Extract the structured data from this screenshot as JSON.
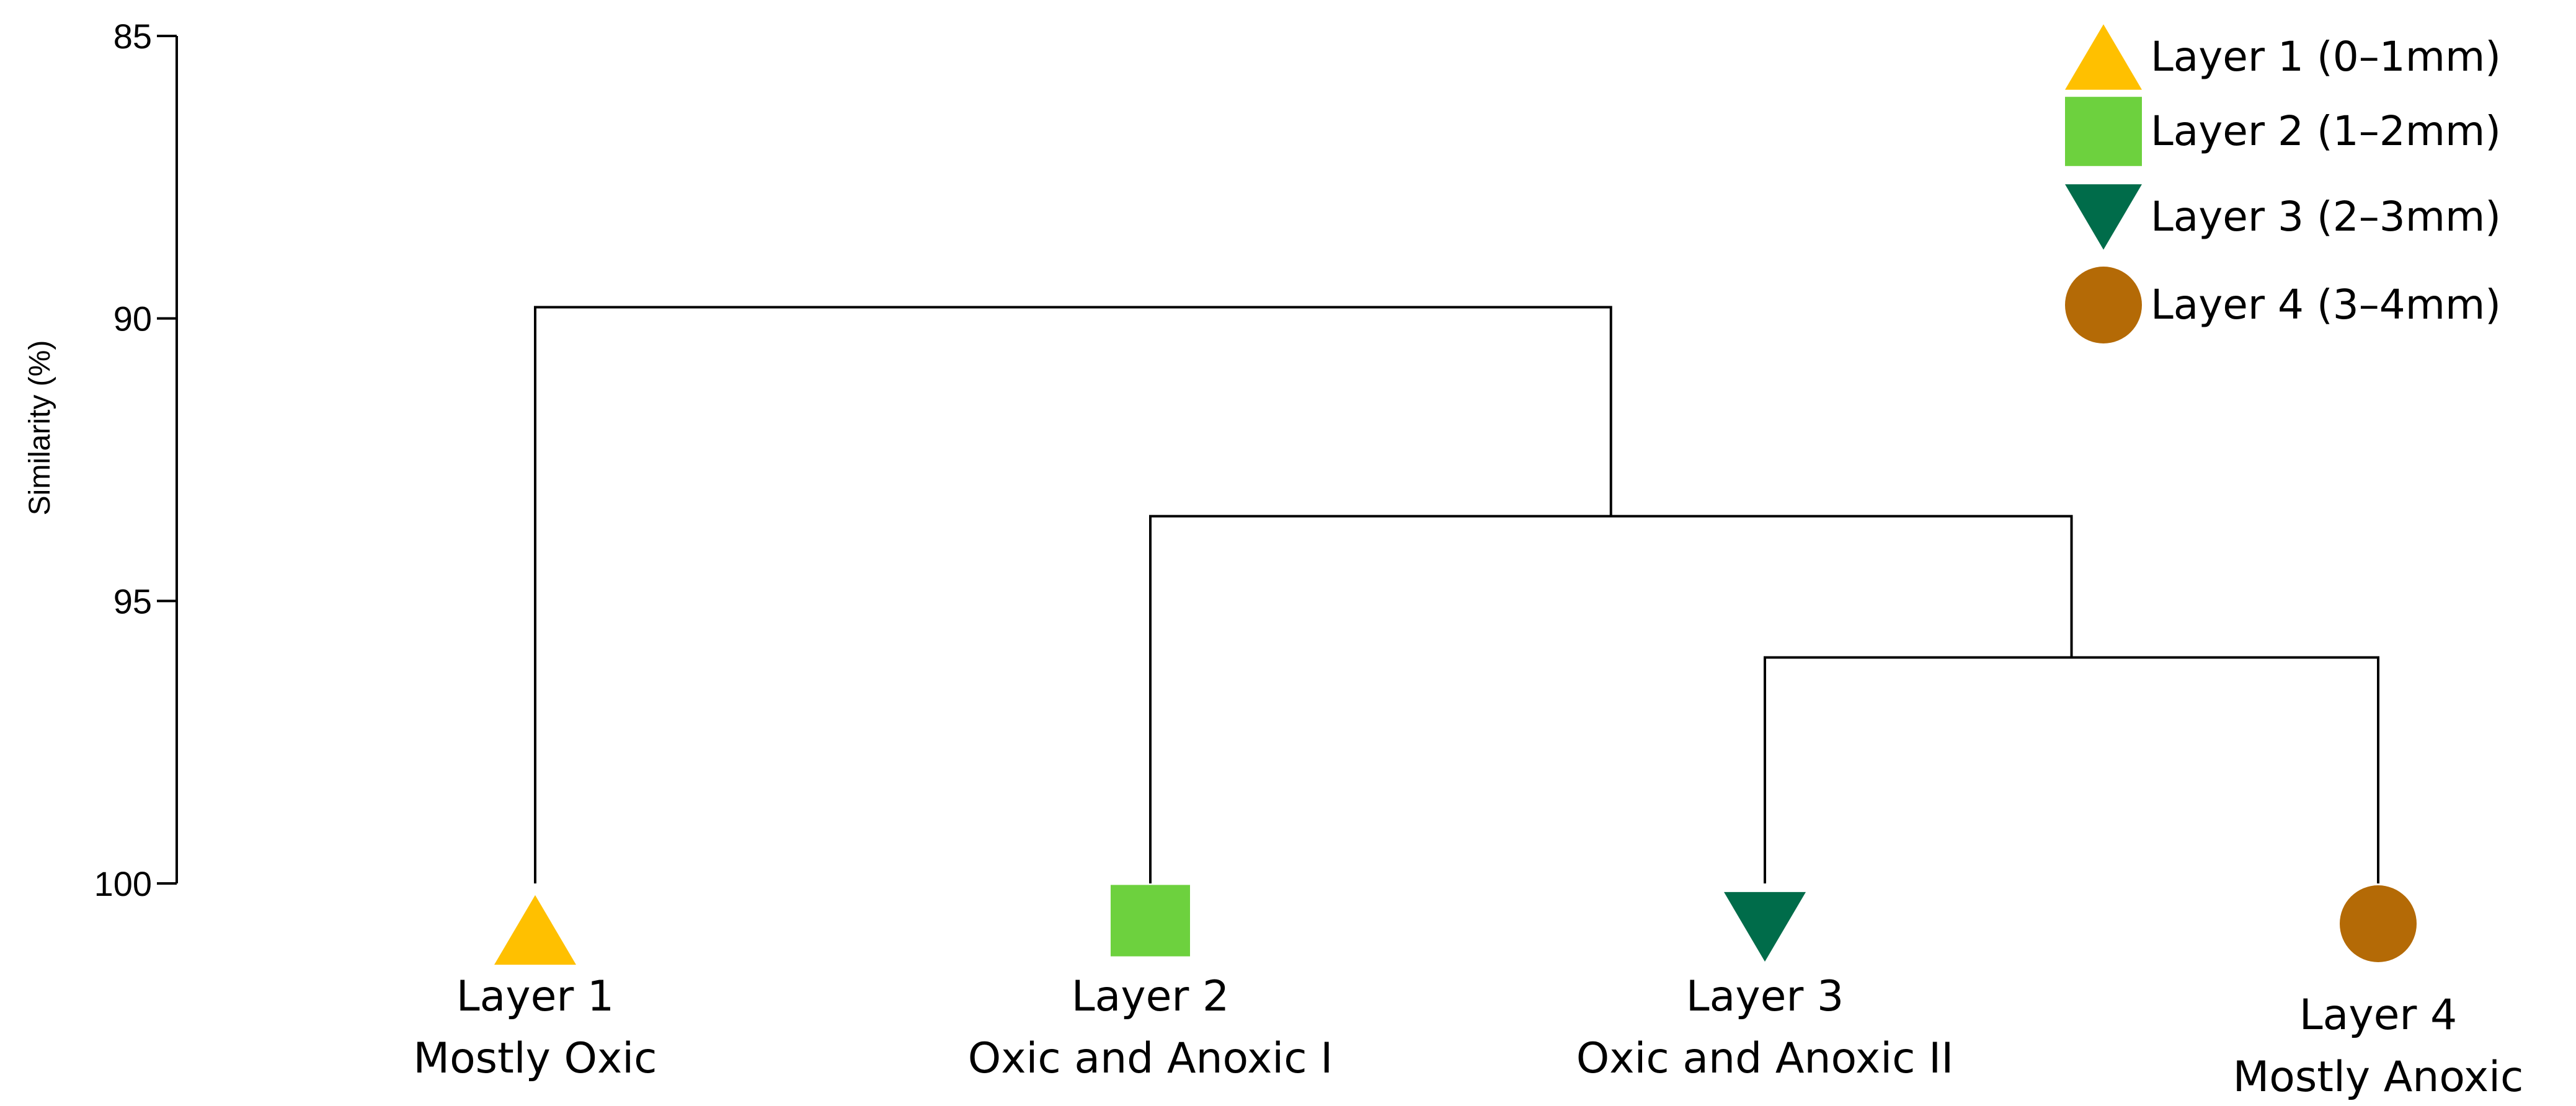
{
  "chart_data": {
    "type": "dendrogram",
    "ylabel": "Similarity  (%)",
    "ylim": [
      85,
      100
    ],
    "y_inverted": true,
    "yticks": [
      85,
      90,
      95,
      100
    ],
    "legend_position": "top-right",
    "leaves": [
      {
        "id": "L1",
        "name": "Layer 1",
        "subtitle": "Mostly Oxic",
        "marker": "triangle-up",
        "color": "#FFC000",
        "legend": "Layer 1 (0–1mm)"
      },
      {
        "id": "L2",
        "name": "Layer 2",
        "subtitle": "Oxic and Anoxic I",
        "marker": "square",
        "color": "#6DD13E",
        "legend": "Layer 2 (1–2mm)"
      },
      {
        "id": "L3",
        "name": "Layer 3",
        "subtitle": "Oxic and Anoxic II",
        "marker": "triangle-down",
        "color": "#006C4A",
        "legend": "Layer 3 (2–3mm)"
      },
      {
        "id": "L4",
        "name": "Layer 4",
        "subtitle": "Mostly Anoxic",
        "marker": "circle",
        "color": "#B46A06",
        "legend": "Layer 4 (3–4mm)"
      }
    ],
    "merges": [
      {
        "id": "M1",
        "children": [
          "L3",
          "L4"
        ],
        "similarity": 96.0
      },
      {
        "id": "M2",
        "children": [
          "L2",
          "M1"
        ],
        "similarity": 93.5
      },
      {
        "id": "M3",
        "children": [
          "L1",
          "M2"
        ],
        "similarity": 89.8
      }
    ]
  }
}
